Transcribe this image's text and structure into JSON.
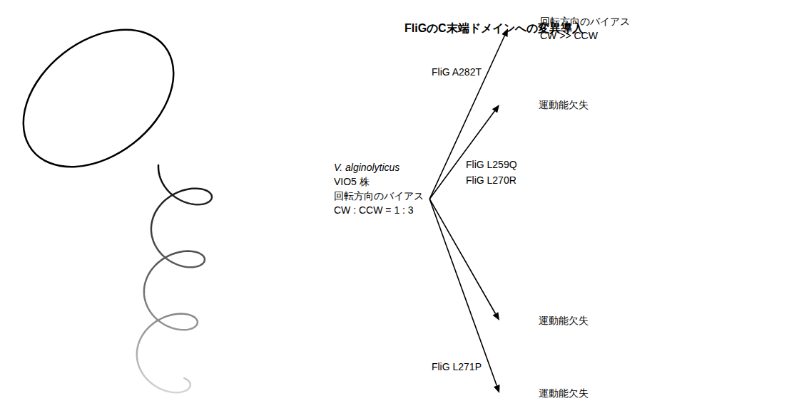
{
  "diagram": {
    "title": "FliGのC末端ドメインへの変異導入",
    "nodes": [
      {
        "text": [
          "V. alginolyticus",
          "VIO5 株",
          "回転方向のバイアス CW : CCW = 1 : 3"
        ]
      },
      {
        "text": [
          "回転方向のバイアス CW >> CCW"
        ]
      },
      {
        "text": [
          "運動能欠失"
        ]
      },
      {
        "text": [
          "運動能欠失"
        ]
      },
      {
        "text": [
          "運動能欠失"
        ]
      }
    ],
    "edges": [
      {
        "from": 0,
        "to": 1,
        "arrow": "to",
        "label": "FliG A282T"
      },
      {
        "from": 0,
        "to": 2,
        "arrow": "to",
        "label": "FliG L259Q"
      },
      {
        "from": 0,
        "to": 3,
        "arrow": "to",
        "label": "FliG L270R"
      },
      {
        "from": 0,
        "to": 4,
        "arrow": "to",
        "label": "FliG L271P"
      }
    ]
  }
}
